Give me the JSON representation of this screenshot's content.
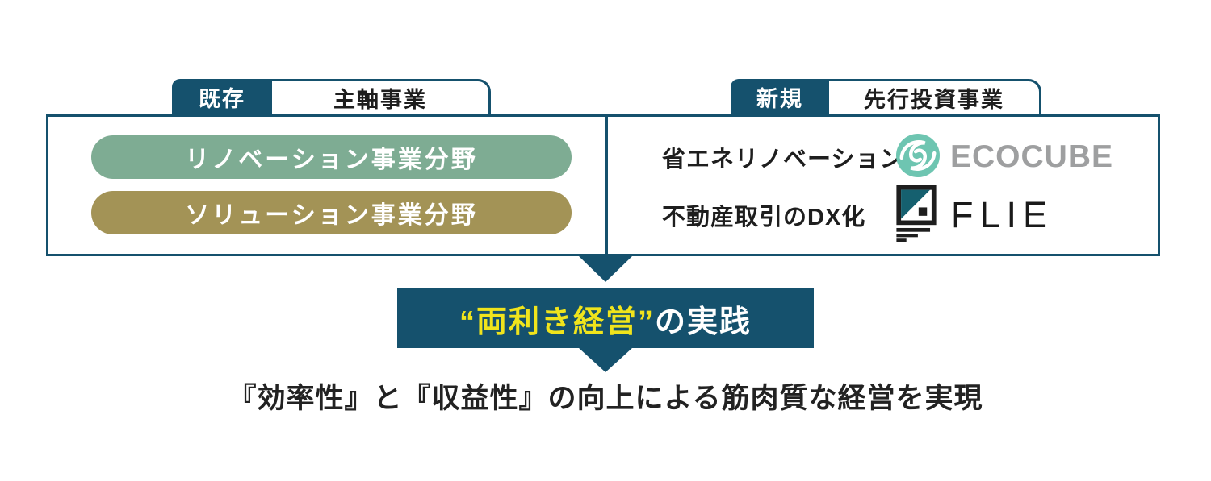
{
  "colors": {
    "teal_dark": "#15516D",
    "pill_green": "#7EAC93",
    "pill_olive": "#A39356",
    "ecocube_teal": "#6EC5B1",
    "ecocube_gray": "#9E9FA0",
    "flie_black": "#1E1E1E",
    "highlight_yellow": "#F0E41C"
  },
  "tabs": [
    {
      "badge": "既存",
      "label": "主軸事業"
    },
    {
      "badge": "新規",
      "label": "先行投資事業"
    }
  ],
  "main_box": {
    "left_pills": [
      {
        "label": "リノベーション事業分野",
        "color": "#7EAC93"
      },
      {
        "label": "ソリューション事業分野",
        "color": "#A39356"
      }
    ],
    "right_rows": [
      {
        "label": "省エネリノベーション",
        "brand": "ECOCUBE"
      },
      {
        "label": "不動産取引のDX化",
        "brand": "FLIE"
      }
    ]
  },
  "result_box": {
    "highlight": "“両利き経営”",
    "suffix": "の実践"
  },
  "conclusion": "『効率性』と『収益性』の向上による筋肉質な経営を実現"
}
